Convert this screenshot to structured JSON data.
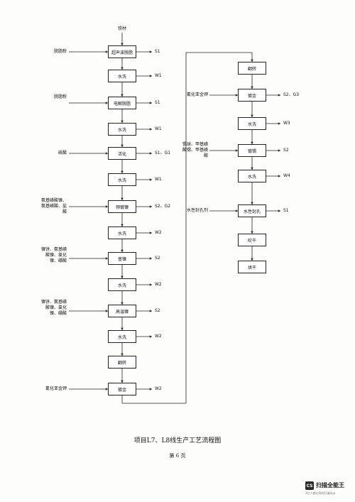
{
  "diagram": {
    "input_top": "铁材",
    "left_column": [
      {
        "label": "超声波脱脂",
        "input": "脱脂粉",
        "output": "S1"
      },
      {
        "label": "水洗",
        "input": "",
        "output": "W1"
      },
      {
        "label": "电解脱脂",
        "input": "脱脂粉",
        "output": "S1"
      },
      {
        "label": "水洗",
        "input": "",
        "output": "W1"
      },
      {
        "label": "活化",
        "input": "硫酸",
        "output": "S1、G1"
      },
      {
        "label": "水洗",
        "input": "",
        "output": "W1"
      },
      {
        "label": "预镀镍",
        "input": "氨基磺酸镍、氨基磺酸、盐酸",
        "output": "S2、G2"
      },
      {
        "label": "水洗",
        "input": "",
        "output": "W2"
      },
      {
        "label": "普镍",
        "input": "镍饼、氨基磺酸镍、氯化镍、硼酸",
        "output": "S2"
      },
      {
        "label": "水洗",
        "input": "",
        "output": "W2"
      },
      {
        "label": "高温镍",
        "input": "镍饼、氨基磺酸镍、氯化镍、硼酸",
        "output": "S2"
      },
      {
        "label": "水洗",
        "input": "",
        "output": "W2"
      },
      {
        "label": "翻转",
        "input": "",
        "output": ""
      },
      {
        "label": "镀金",
        "input": "氰化亚金钾",
        "output": "W2"
      }
    ],
    "right_column": [
      {
        "label": "翻转",
        "input": "",
        "output": ""
      },
      {
        "label": "镀金",
        "input": "氰化亚金钾",
        "output": "S2、G3"
      },
      {
        "label": "水洗",
        "input": "",
        "output": "W3"
      },
      {
        "label": "镀锡",
        "input": "锡球、甲基磺酸锡、甲基磺酸",
        "output": "S2"
      },
      {
        "label": "水洗",
        "input": "",
        "output": "W4"
      },
      {
        "label": "水性封孔",
        "input": "水性封孔剂",
        "output": "S1"
      },
      {
        "label": "吹干",
        "input": "",
        "output": ""
      },
      {
        "label": "烘干",
        "input": "",
        "output": ""
      }
    ]
  },
  "caption": "项目L7、L8线生产工艺流程图",
  "page_number": "第 6 页",
  "watermark": {
    "logo": "CS",
    "name": "扫描全能王",
    "subtitle": "3亿人都在用的扫描App"
  }
}
